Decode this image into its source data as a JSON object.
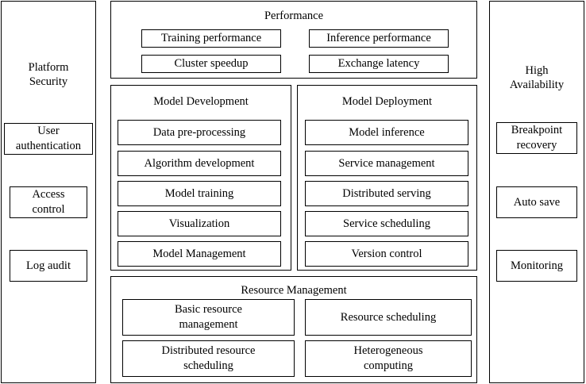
{
  "platform_security": {
    "title": "Platform\nSecurity",
    "items": [
      "User\nauthentication",
      "Access\ncontrol",
      "Log audit"
    ]
  },
  "high_availability": {
    "title": "High\nAvailability",
    "items": [
      "Breakpoint\nrecovery",
      "Auto save",
      "Monitoring"
    ]
  },
  "performance": {
    "title": "Performance",
    "items": [
      "Training performance",
      "Inference performance",
      "Cluster speedup",
      "Exchange latency"
    ]
  },
  "model_development": {
    "title": "Model Development",
    "items": [
      "Data pre-processing",
      "Algorithm development",
      "Model training",
      "Visualization",
      "Model Management"
    ]
  },
  "model_deployment": {
    "title": "Model Deployment",
    "items": [
      "Model inference",
      "Service management",
      "Distributed serving",
      "Service scheduling",
      "Version control"
    ]
  },
  "resource_management": {
    "title": "Resource Management",
    "items": [
      "Basic resource\nmanagement",
      "Resource scheduling",
      "Distributed resource\nscheduling",
      "Heterogeneous\ncomputing"
    ]
  }
}
